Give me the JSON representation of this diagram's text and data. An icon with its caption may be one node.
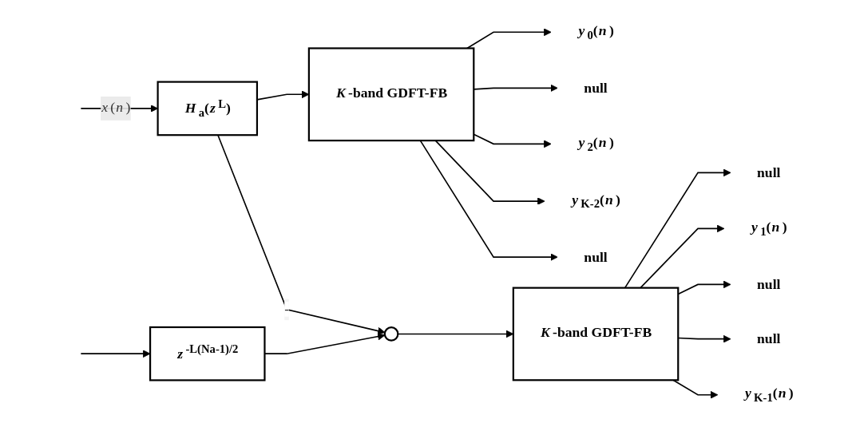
{
  "diagram": {
    "nodes": [
      {
        "text": [
          "*H*$_{a}$(*z*$^{L}$)"
        ]
      },
      {
        "text": [
          "*z*$^{-L(Na-1)/2}$"
        ]
      },
      {
        "text": [],
        "shape": "circle"
      },
      {
        "text": [
          "*K*-band GDFT-FB"
        ]
      },
      {
        "text": [
          "*K*-band GDFT-FB"
        ]
      },
      {
        "text": [
          "*y*$_{0}$(*n*)"
        ]
      },
      {
        "text": [
          "null"
        ]
      },
      {
        "text": [
          "*y*$_{2}$(*n*)"
        ]
      },
      {
        "text": [
          "*y*$_{K-2}$(*n*)"
        ]
      },
      {
        "text": [
          "null"
        ]
      },
      {
        "text": [
          "null"
        ]
      },
      {
        "text": [
          "*y*$_{1}$(*n*)"
        ]
      },
      {
        "text": [
          "null"
        ]
      },
      {
        "text": [
          "null"
        ]
      },
      {
        "text": [
          "*y*$_{K-1}$(*n*)"
        ]
      }
    ],
    "edges": [
      {
        "from": null,
        "to": 0,
        "arrow": "to",
        "label": "*x*(*n*)"
      },
      {
        "from": null,
        "to": 1,
        "arrow": "to"
      },
      {
        "from": 0,
        "to": 3,
        "arrow": "to"
      },
      {
        "from": 0,
        "to": 2,
        "arrow": "to",
        "label": "-"
      },
      {
        "from": 1,
        "to": 2,
        "arrow": "to"
      },
      {
        "from": 2,
        "to": 4,
        "arrow": "to"
      },
      {
        "from": 3,
        "to": 5,
        "arrow": "to"
      },
      {
        "from": 3,
        "to": 6,
        "arrow": "to"
      },
      {
        "from": 3,
        "to": 7,
        "arrow": "to"
      },
      {
        "from": 3,
        "to": 8,
        "arrow": "to"
      },
      {
        "from": 3,
        "to": 9,
        "arrow": "to"
      },
      {
        "from": 4,
        "to": 10,
        "arrow": "to"
      },
      {
        "from": 4,
        "to": 11,
        "arrow": "to"
      },
      {
        "from": 4,
        "to": 12,
        "arrow": "to"
      },
      {
        "from": 4,
        "to": 13,
        "arrow": "to"
      },
      {
        "from": 4,
        "to": 14,
        "arrow": "to"
      }
    ]
  }
}
